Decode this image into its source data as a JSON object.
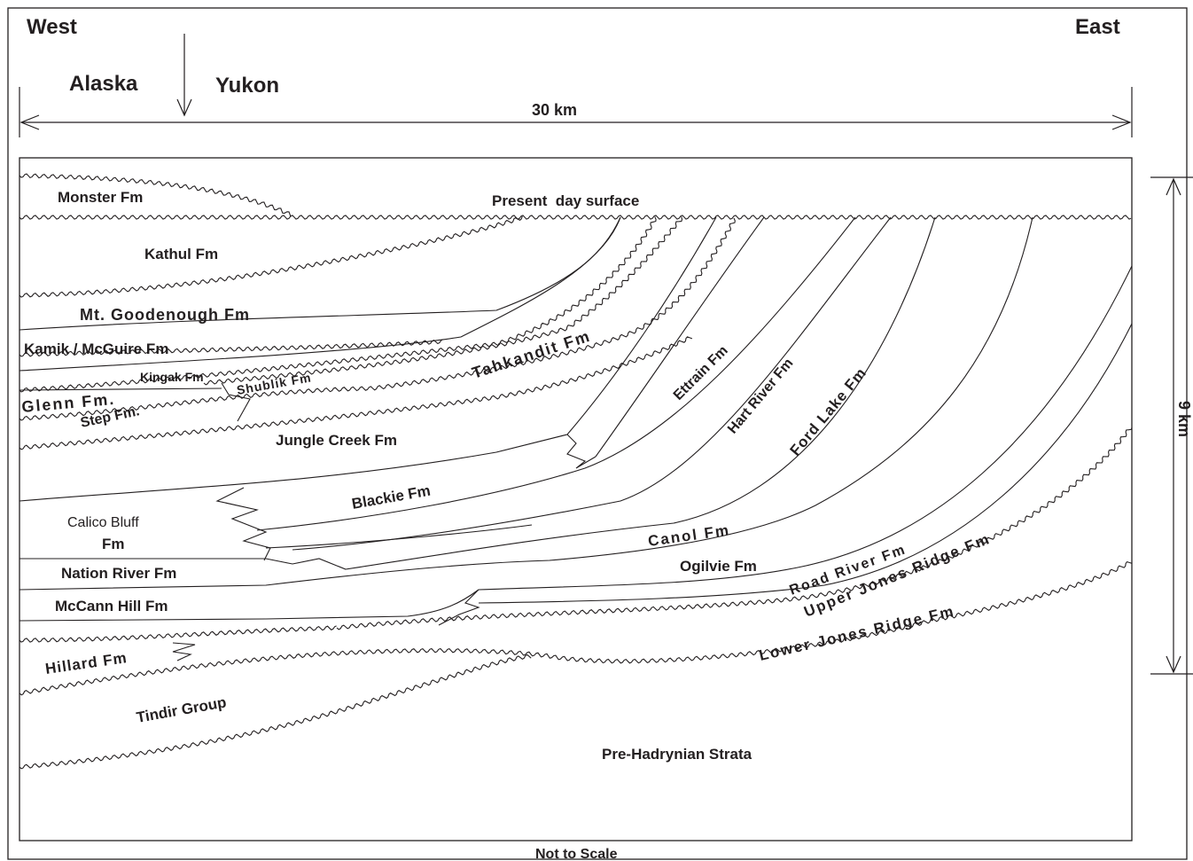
{
  "header": {
    "west": "West",
    "east": "East",
    "alaska": "Alaska",
    "yukon": "Yukon",
    "horizontal_scale": "30 km",
    "vertical_scale": "9 km",
    "footer": "Not to Scale"
  },
  "surface_label": "Present  day surface",
  "formations": {
    "monster": "Monster Fm",
    "kathul": "Kathul Fm",
    "goodenough": "Mt. Goodenough Fm",
    "kamik": "Kamik / McGuire Fm",
    "kingak": "Kingak Fm",
    "shublik": "Shublik Fm",
    "glenn": "Glenn Fm.",
    "step": "Step Fm.",
    "tahkandit": "Tahkandit Fm",
    "ettrain": "Ettrain Fm",
    "hart_river": "Hart River Fm",
    "ford_lake": "Ford Lake Fm",
    "jungle_creek": "Jungle Creek Fm",
    "blackie": "Blackie Fm",
    "calico_1": "Calico Bluff",
    "calico_2": "Fm",
    "nation_river": "Nation River Fm",
    "canol": "Canol Fm",
    "ogilvie": "Ogilvie Fm",
    "road_river": "Road River Fm",
    "upper_jones": "Upper Jones Ridge Fm",
    "mccann": "McCann Hill Fm",
    "lower_jones": "Lower Jones Ridge Fm",
    "hillard": "Hillard Fm",
    "tindir": "Tindir Group",
    "pre_hadrynian": "Pre-Hadrynian Strata"
  }
}
